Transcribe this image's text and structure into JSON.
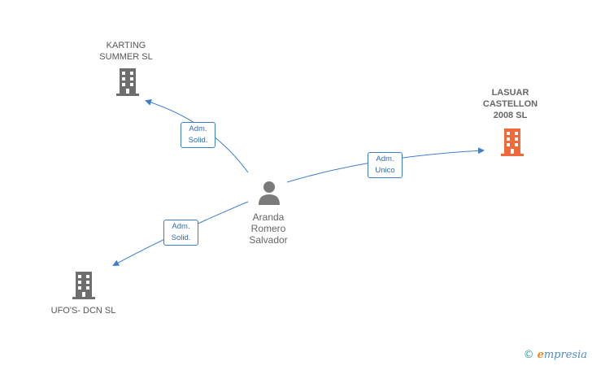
{
  "nodes": {
    "karting": {
      "line1": "KARTING",
      "line2": "SUMMER  SL"
    },
    "lasuar": {
      "line1": "LASUAR",
      "line2": "CASTELLON",
      "line3": "2008 SL"
    },
    "ufos": {
      "line1": "UFO'S- DCN  SL"
    },
    "person": {
      "line1": "Aranda",
      "line2": "Romero",
      "line3": "Salvador"
    }
  },
  "edges": {
    "karting": {
      "line1": "Adm.",
      "line2": "Solid."
    },
    "lasuar": {
      "line1": "Adm.",
      "line2": "Unico"
    },
    "ufos": {
      "line1": "Adm.",
      "line2": "Solid."
    }
  },
  "colors": {
    "company": "#6e6e6e",
    "company_highlight": "#f26a3a",
    "person": "#7a7a7a",
    "edge": "#3d7ecb"
  },
  "watermark": {
    "copyright": "©",
    "brand_initial": "e",
    "brand_rest": "mpresia"
  }
}
